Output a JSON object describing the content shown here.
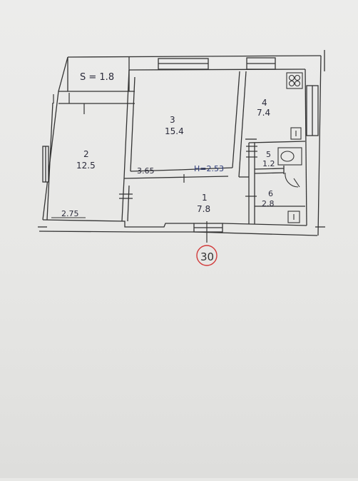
{
  "plan": {
    "balcony": {
      "label": "S = 1.8"
    },
    "rooms": [
      {
        "number": "2",
        "area": "12.5"
      },
      {
        "number": "3",
        "area": "15.4"
      },
      {
        "number": "4",
        "area": "7.4"
      },
      {
        "number": "5",
        "area": "1.2"
      },
      {
        "number": "6",
        "area": "2.8"
      },
      {
        "number": "1",
        "area": "7.8"
      }
    ],
    "dimensions": {
      "width_1": "3.65",
      "width_2": "2.75",
      "ceiling_height": "H=2.53"
    },
    "apartment_number": "30",
    "colors": {
      "ink": "#2a2a3a",
      "stamp": "#d23a3a"
    }
  }
}
